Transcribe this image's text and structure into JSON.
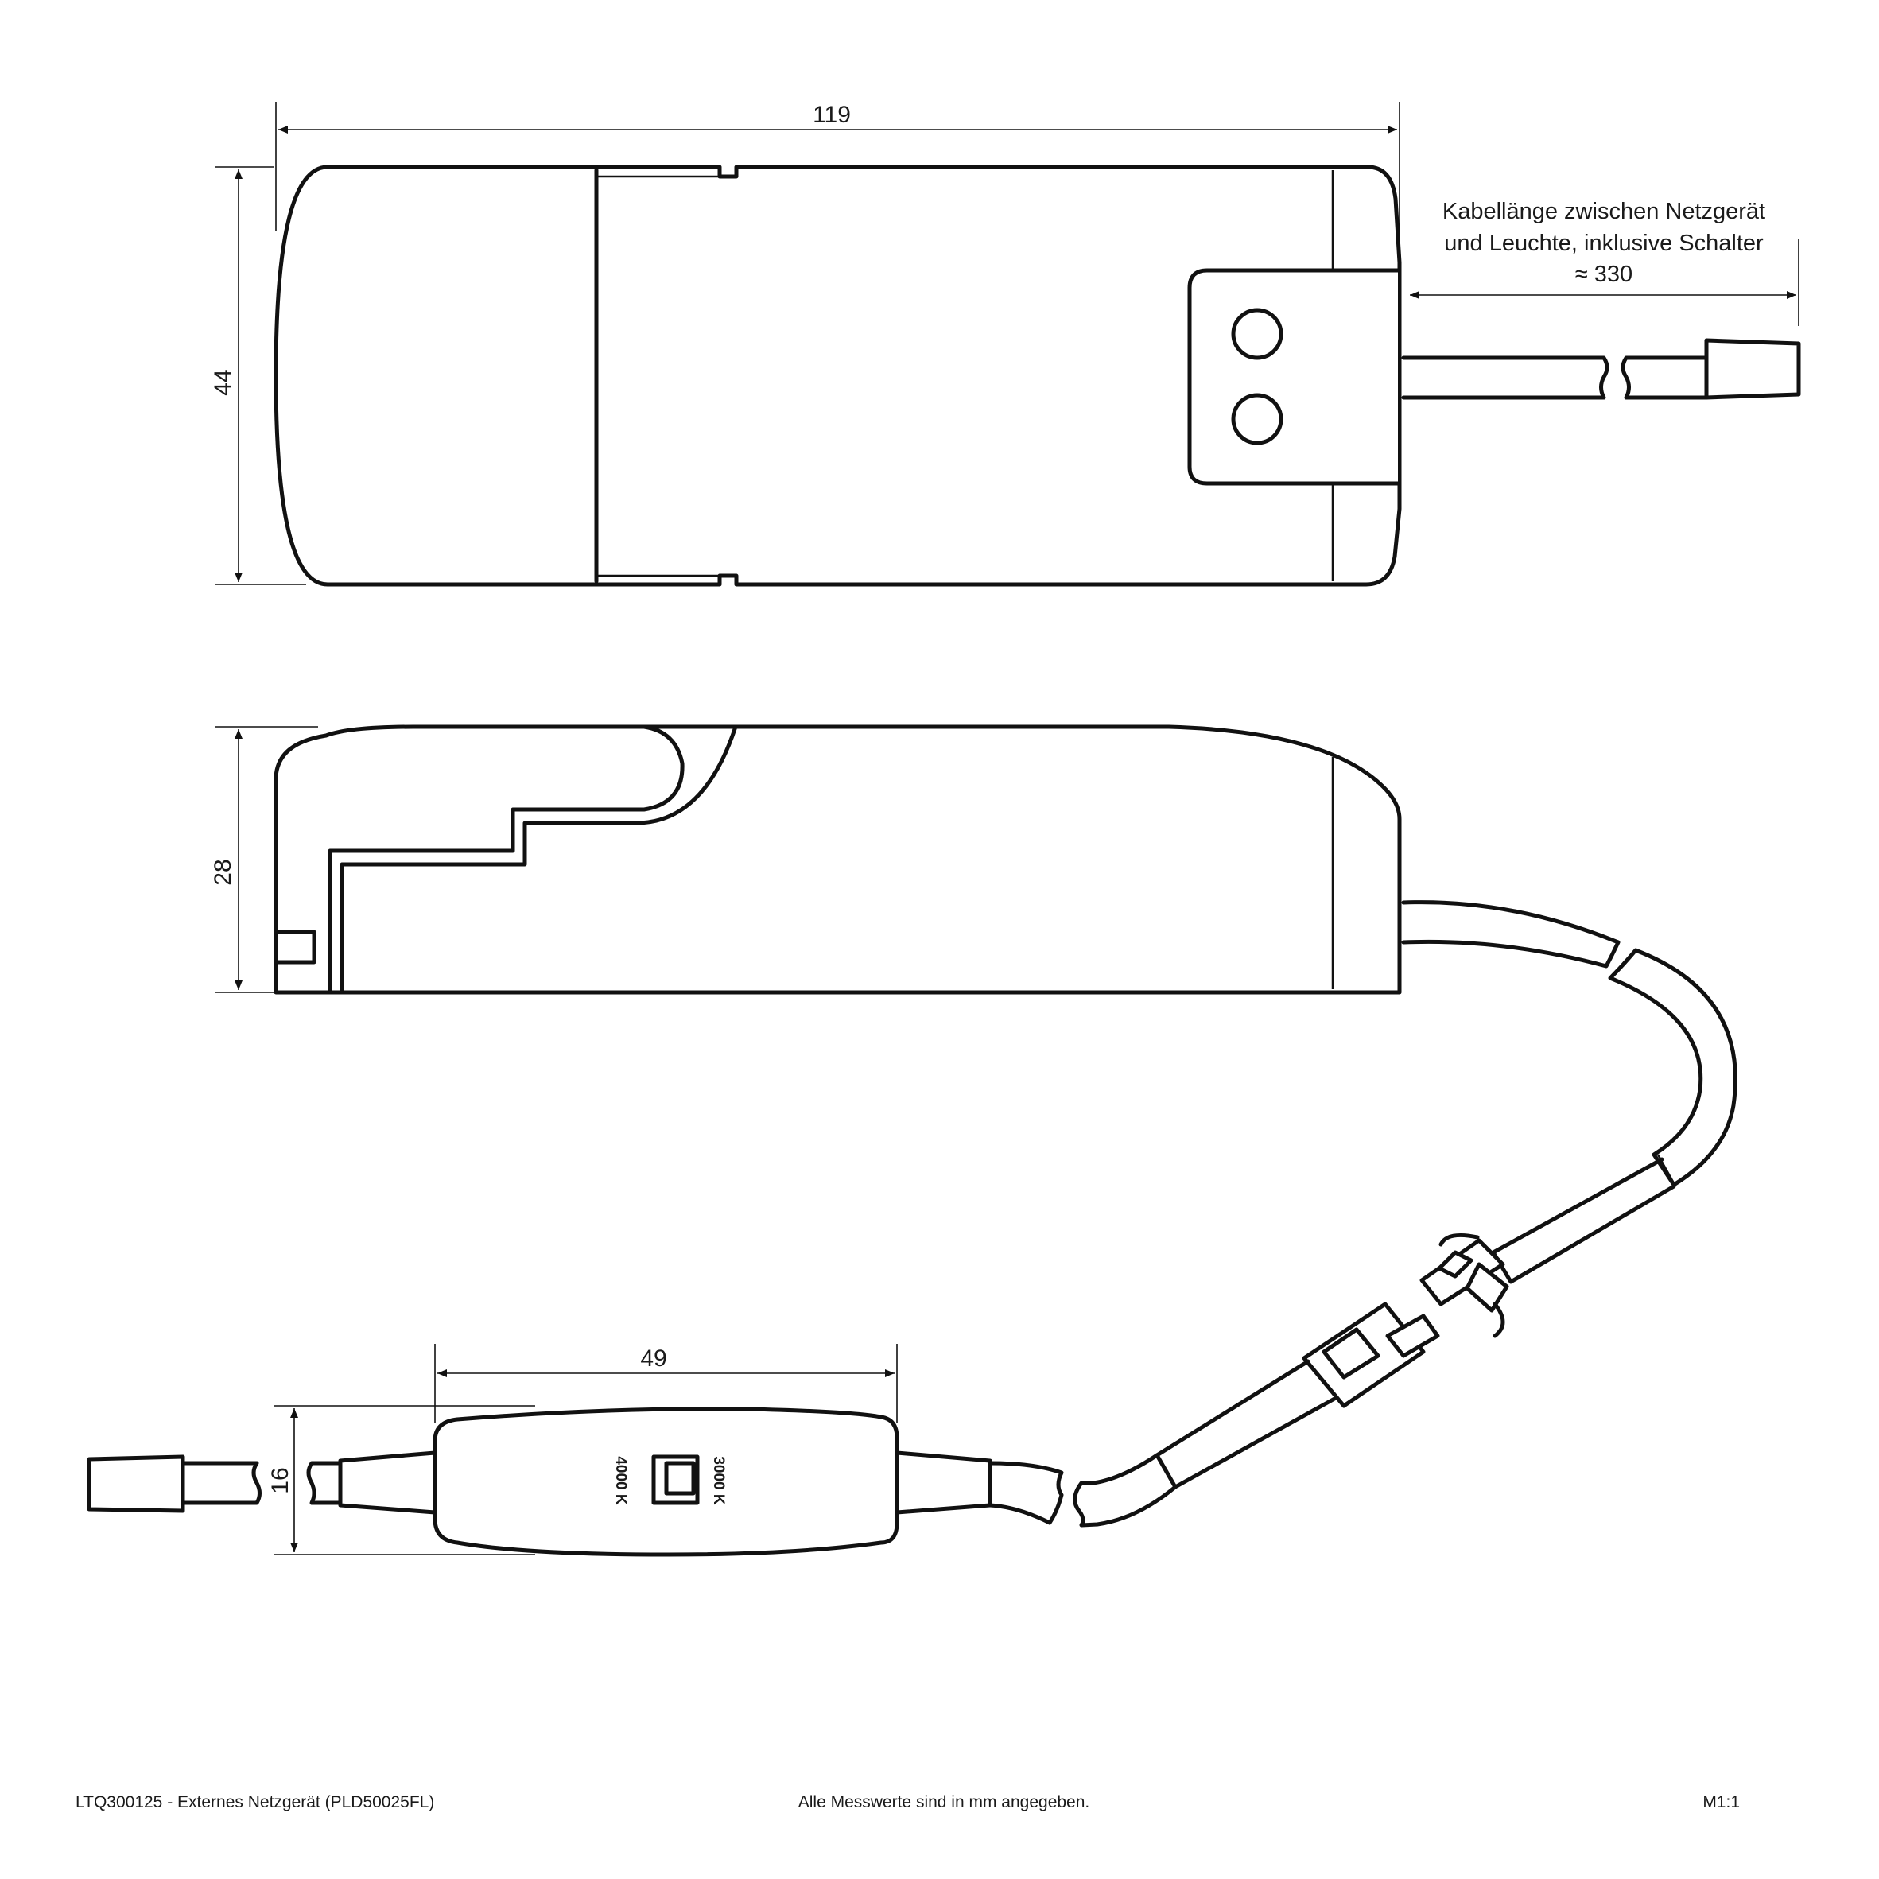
{
  "dimensions": {
    "length": "119",
    "width": "44",
    "height": "28",
    "switch_length": "49",
    "switch_width": "16"
  },
  "cable_note": {
    "line1": "Kabellänge zwischen Netzgerät",
    "line2": "und Leuchte, inklusive Schalter",
    "line3": "≈ 330"
  },
  "switch": {
    "label_left": "4000 K",
    "label_right": "3000 K"
  },
  "footer": {
    "product": "LTQ300125 - Externes Netzgerät (PLD50025FL)",
    "units_note": "Alle Messwerte sind in mm angegeben.",
    "scale": "M1:1"
  }
}
